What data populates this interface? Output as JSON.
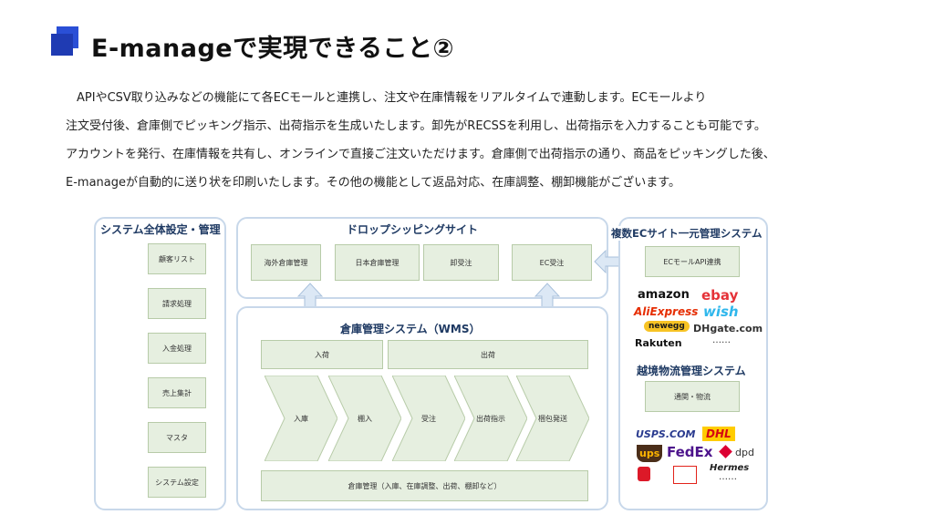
{
  "title": "E-manageで実現できること②",
  "description": [
    "APIやCSV取り込みなどの機能にて各ECモールと連携し、注文や在庫情報をリアルタイムで連動します。ECモールより",
    "注文受付後、倉庫側でピッキング指示、出荷指示を生成いたします。卸先がRECSSを利用し、出荷指示を入力することも可能です。",
    "アカウントを発行、在庫情報を共有し、オンラインで直接ご注文いただけます。倉庫側で出荷指示の通り、商品をピッキングした後、",
    "E-manageが自動的に送り状を印刷いたします。その他の機能として返品対応、在庫調整、棚卸機能がございます。"
  ],
  "left_panel": {
    "title": "システム全体設定・管理",
    "items": [
      "顧客リスト",
      "請求処理",
      "入金処理",
      "売上集計",
      "マスタ",
      "システム設定"
    ]
  },
  "dropship": {
    "title": "ドロップシッピングサイト",
    "items": [
      "海外倉庫管理",
      "日本倉庫管理",
      "卸受注",
      "EC受注"
    ]
  },
  "wms": {
    "title": "倉庫管理システム（WMS）",
    "inbound": "入荷",
    "outbound": "出荷",
    "steps": [
      "入庫",
      "棚入",
      "受注",
      "出荷指示",
      "梱包発送"
    ],
    "bottom": "倉庫管理（入庫、在庫調整、出荷、棚卸など）"
  },
  "ec_panel": {
    "title": "複数ECサイト一元管理システム",
    "api": "ECモールAPI連携",
    "logos": [
      "amazon",
      "ebay",
      "AliExpress",
      "wish",
      "newegg",
      "DHgate.com",
      "Rakuten",
      "……"
    ]
  },
  "logistics_panel": {
    "title": "越境物流管理システム",
    "item": "通関・物流",
    "logos": [
      "USPS.COM",
      "DHL",
      "ups",
      "FedEx",
      "dpd",
      "Hermes",
      "……"
    ]
  },
  "colors": {
    "accent": "#2a4fd6",
    "panel_border": "#c8d8ea",
    "box_fill": "#e6efe0",
    "arrow_fill": "#dce8f5"
  }
}
